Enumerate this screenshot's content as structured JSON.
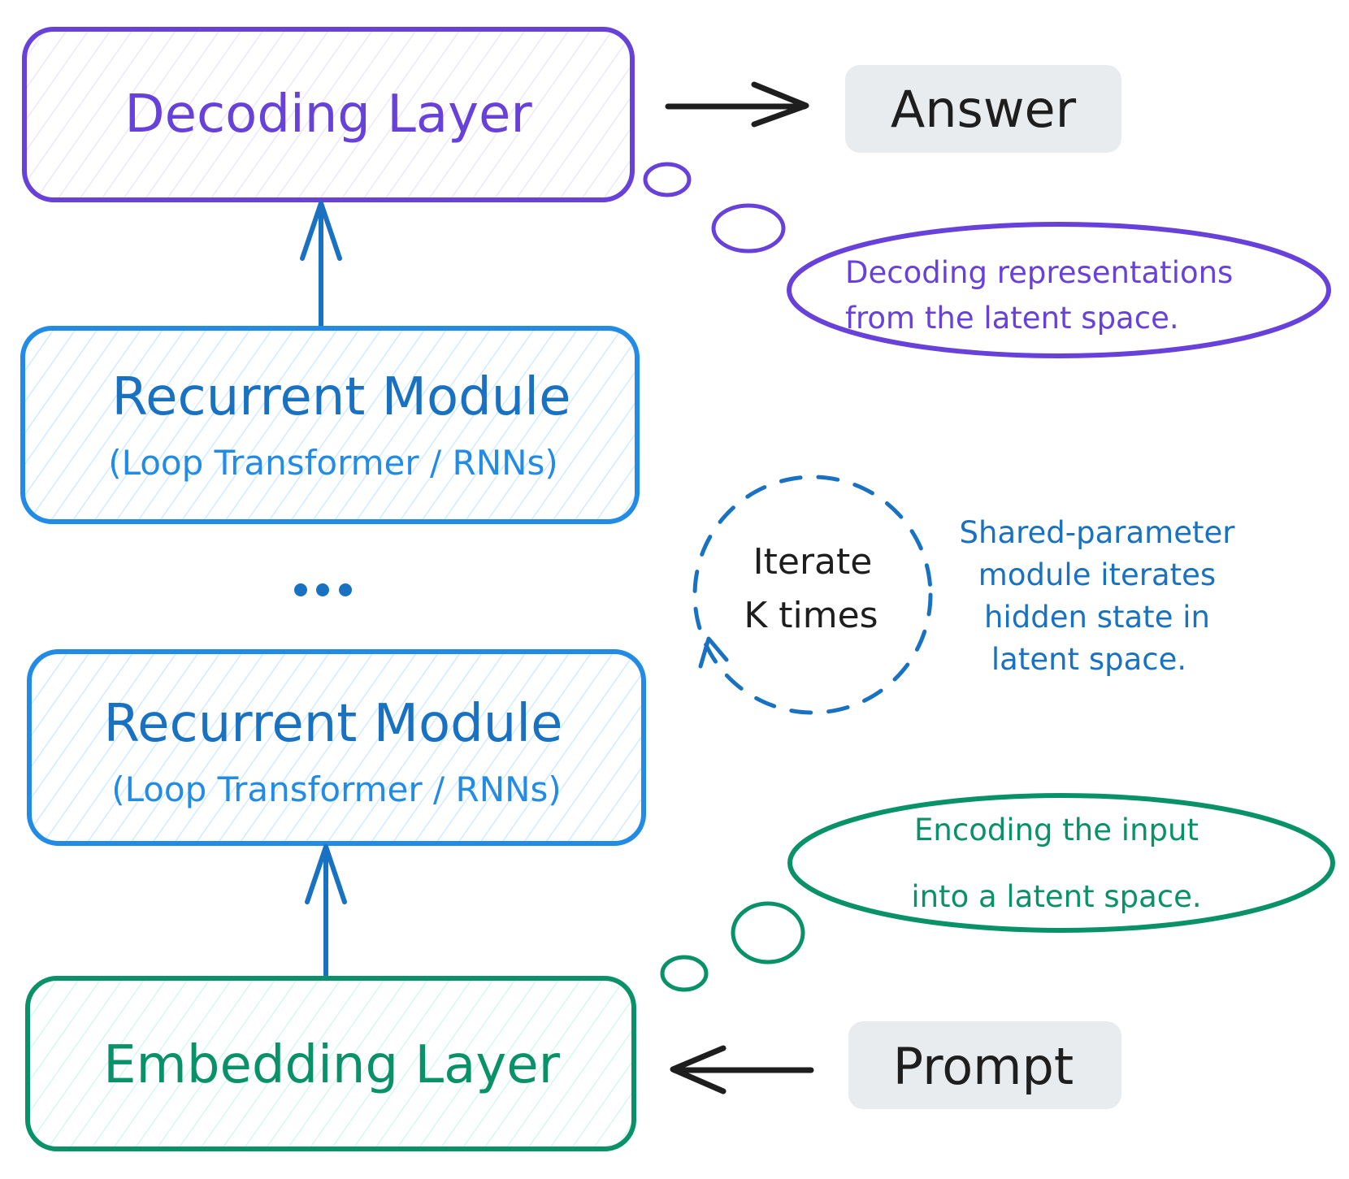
{
  "colors": {
    "purple": "#6741d9",
    "blue_dark": "#1971c2",
    "blue": "#228be6",
    "green": "#099268",
    "ink": "#1e1e1e",
    "pill_bg": "#e9ecef",
    "hatch_purple": "#ede7fb",
    "hatch_blue": "#d0ebff",
    "hatch_green": "#d3f9ec"
  },
  "nodes": {
    "decoding_layer": {
      "title": "Decoding Layer"
    },
    "recurrent_module_top": {
      "title": "Recurrent Module",
      "subtitle": "(Loop Transformer / RNNs)"
    },
    "ellipsis": "...",
    "recurrent_module_bottom": {
      "title": "Recurrent Module",
      "subtitle": "(Loop Transformer / RNNs)"
    },
    "embedding_layer": {
      "title": "Embedding Layer"
    }
  },
  "io": {
    "answer": "Answer",
    "prompt": "Prompt"
  },
  "thoughts": {
    "decoding": [
      "Decoding representations",
      "from the latent space."
    ],
    "encoding": [
      "Encoding the input",
      "into a latent space."
    ]
  },
  "loop": {
    "label": [
      "Iterate",
      "K times"
    ],
    "note": [
      "Shared-parameter",
      "module iterates",
      "hidden state in",
      "latent space."
    ]
  }
}
